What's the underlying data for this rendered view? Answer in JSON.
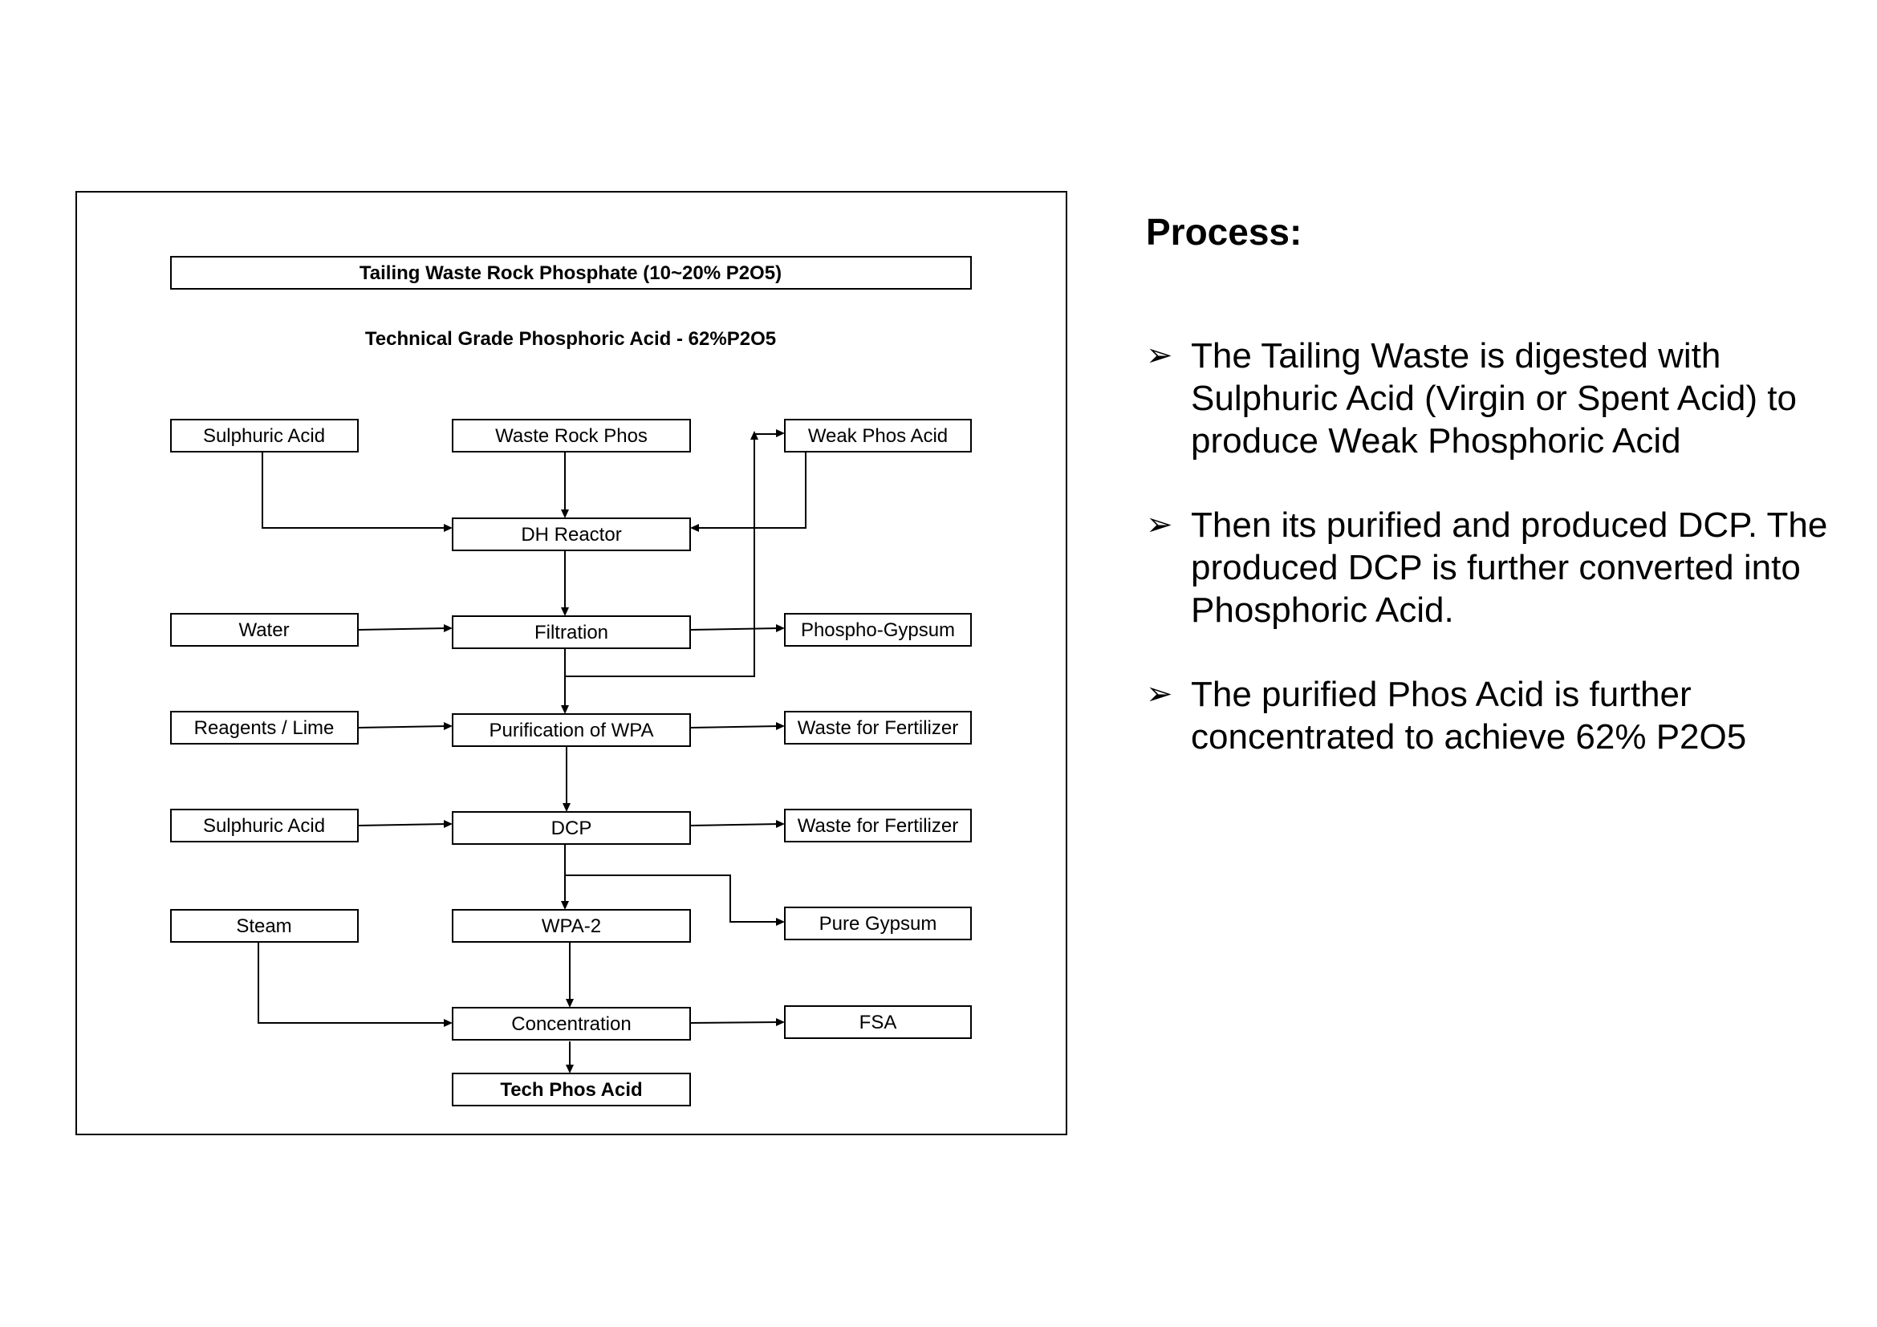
{
  "diagram": {
    "title_box": "Tailing Waste Rock Phosphate (10~20% P2O5)",
    "subtitle": "Technical Grade Phosphoric Acid - 62%P2O5",
    "nodes": {
      "sulphuric_acid_1": "Sulphuric Acid",
      "waste_rock_phos": "Waste Rock Phos",
      "weak_phos_acid": "Weak Phos Acid",
      "dh_reactor": "DH Reactor",
      "water": "Water",
      "filtration": "Filtration",
      "phospho_gypsum": "Phospho-Gypsum",
      "reagents_lime": "Reagents / Lime",
      "purification_wpa": "Purification of WPA",
      "waste_fertilizer_1": "Waste for Fertilizer",
      "sulphuric_acid_2": "Sulphuric Acid",
      "dcp": "DCP",
      "waste_fertilizer_2": "Waste for Fertilizer",
      "steam": "Steam",
      "wpa2": "WPA-2",
      "pure_gypsum": "Pure Gypsum",
      "concentration": "Concentration",
      "fsa": "FSA",
      "tech_phos_acid": "Tech Phos Acid"
    }
  },
  "process": {
    "title": "Process:",
    "bullet_symbol": "➢",
    "bullets": [
      "The Tailing Waste is digested with Sulphuric Acid (Virgin or Spent Acid) to produce Weak Phosphoric Acid",
      "Then its purified and produced DCP. The produced DCP is further converted into Phosphoric Acid.",
      "The purified Phos Acid is further concentrated to achieve 62% P2O5"
    ]
  }
}
